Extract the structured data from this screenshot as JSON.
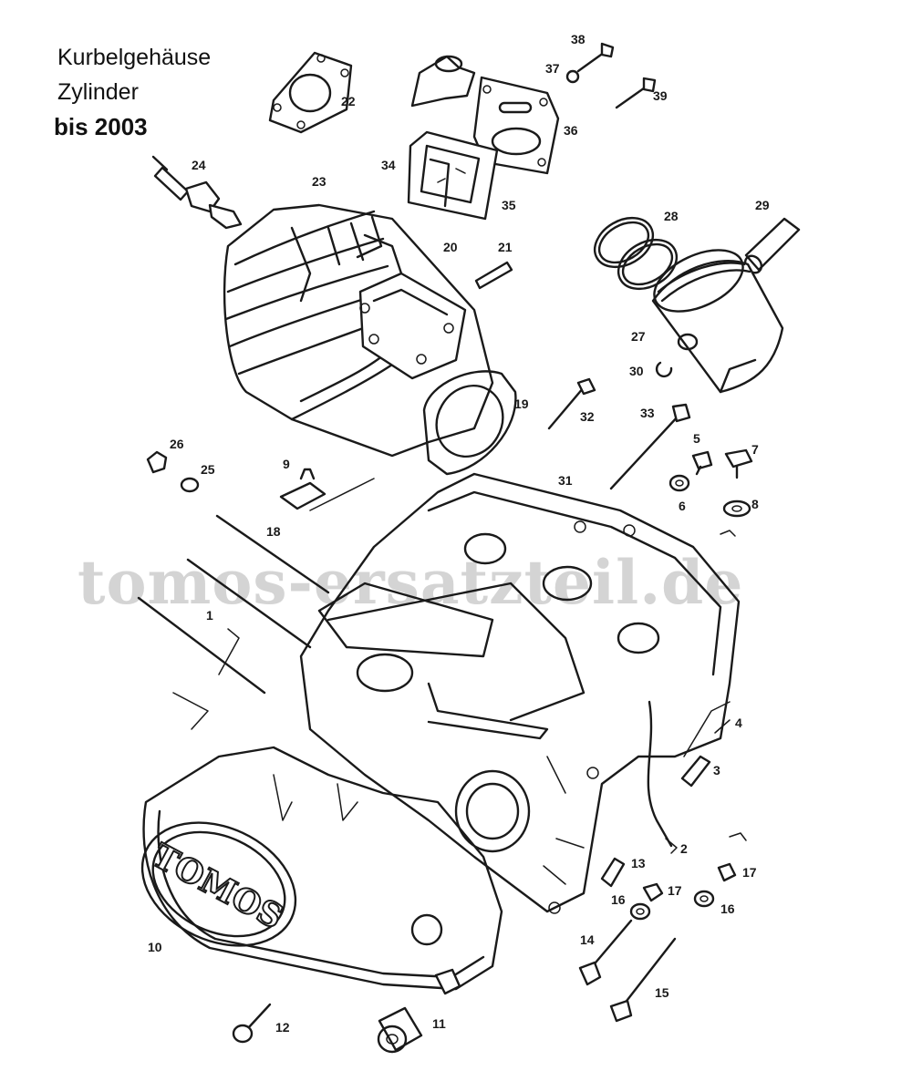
{
  "header": {
    "line1": "Kurbelgehäuse",
    "line2": "Zylinder",
    "line3": "bis 2003"
  },
  "watermark": "tomos-ersatzteil.de",
  "brand_badge": "TOMOS",
  "colors": {
    "ink": "#1a1a1a",
    "watermark": "#d4d4d4",
    "background": "#ffffff"
  },
  "labels": [
    "1",
    "2",
    "3",
    "4",
    "5",
    "6",
    "7",
    "8",
    "9",
    "10",
    "11",
    "12",
    "13",
    "14",
    "15",
    "16",
    "16",
    "17",
    "17",
    "18",
    "19",
    "20",
    "21",
    "22",
    "23",
    "24",
    "25",
    "26",
    "27",
    "28",
    "29",
    "30",
    "31",
    "32",
    "33",
    "34",
    "35",
    "36",
    "37",
    "38",
    "39"
  ]
}
